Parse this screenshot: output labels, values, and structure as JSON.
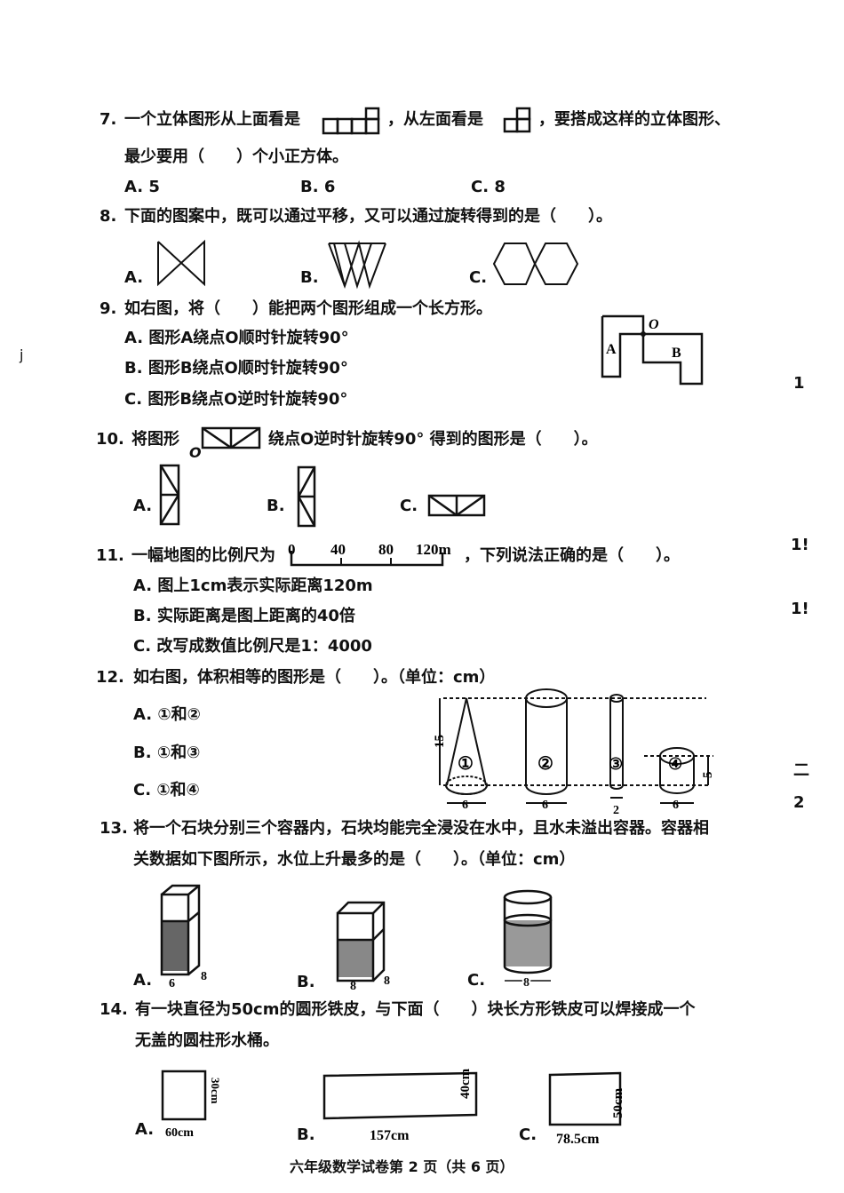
{
  "q7": {
    "num": "7.",
    "text_a": "一个立体图形从上面看是",
    "text_b": "，从左面看是",
    "text_c": "，要搭成这样的立体图形、",
    "line2": "最少要用（　　）个小正方体。",
    "options": [
      "A. 5",
      "B. 6",
      "C. 8"
    ]
  },
  "q8": {
    "num": "8.",
    "text": "下面的图案中，既可以通过平移，又可以通过旋转得到的是（　　）。",
    "options": [
      "A.",
      "B.",
      "C."
    ]
  },
  "q9": {
    "num": "9.",
    "text": "如右图，将（　　）能把两个图形组成一个长方形。",
    "options": [
      "A.  图形A绕点O顺时针旋转90°",
      "B.  图形B绕点O顺时针旋转90°",
      "C.  图形B绕点O逆时针旋转90°"
    ],
    "figure_labels": {
      "a": "A",
      "b": "B",
      "o": "O"
    }
  },
  "q10": {
    "num": "10.",
    "text_a": "将图形",
    "point": "O",
    "text_b": "绕点O逆时针旋转90°  得到的图形是（　　）。",
    "options": [
      "A.",
      "B.",
      "C."
    ]
  },
  "q11": {
    "num": "11.",
    "text_a": "一幅地图的比例尺为",
    "scale_ticks": [
      "0",
      "40",
      "80",
      "120m"
    ],
    "text_b": "，下列说法正确的是（　　）。",
    "options": [
      "A.  图上1cm表示实际距离120m",
      "B.  实际距离是图上距离的40倍",
      "C.  改写成数值比例尺是1：4000"
    ]
  },
  "q12": {
    "num": "12.",
    "text": "如右图，体积相等的图形是（　　）。（单位：cm）",
    "options": [
      "A.  ①和②",
      "B.  ①和③",
      "C.  ①和④"
    ],
    "figure_labels": {
      "height": "15",
      "h4": "5",
      "d1": "6",
      "d2": "6",
      "d3": "2",
      "d4": "6",
      "n1": "①",
      "n2": "②",
      "n3": "③",
      "n4": "④"
    }
  },
  "q13": {
    "num": "13.",
    "text": "将一个石块分别三个容器内，石块均能完全浸没在水中，且水未溢出容器。容器相",
    "line2": "关数据如下图所示，水位上升最多的是（　　）。（单位：cm）",
    "options": [
      "A.",
      "B.",
      "C."
    ],
    "figure_labels": {
      "a_w": "6",
      "a_d": "8",
      "b_w": "8",
      "b_d": "8",
      "c_d": "8"
    }
  },
  "q14": {
    "num": "14.",
    "text": "有一块直径为50cm的圆形铁皮，与下面（　　）块长方形铁皮可以焊接成一个",
    "line2": "无盖的圆柱形水桶。",
    "options": [
      "A.",
      "B.",
      "C."
    ],
    "figure_labels": {
      "a_w": "60cm",
      "a_h": "30cm",
      "b_w": "157cm",
      "b_h": "40cm",
      "c_w": "78.5cm",
      "c_h": "50cm"
    }
  },
  "footer": "六年级数学试卷第 2 页（共 6 页）",
  "margin_fragments": [
    "j",
    "1",
    "1!",
    "1!",
    "二",
    "2"
  ]
}
